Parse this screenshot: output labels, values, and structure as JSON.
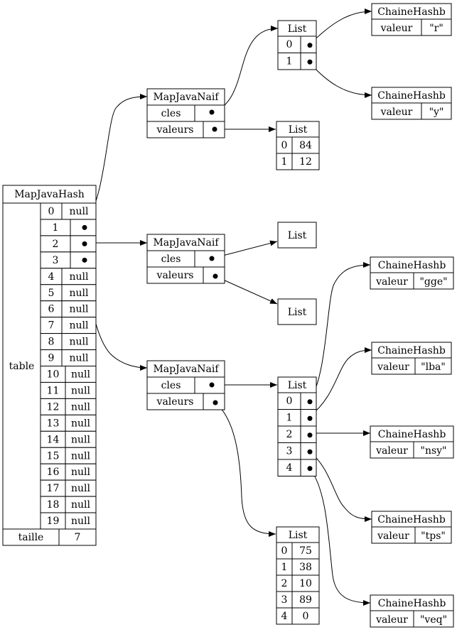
{
  "map_java_hash": {
    "title": "MapJavaHash",
    "table_label": "table",
    "taille_label": "taille",
    "taille_value": "7",
    "slots": [
      {
        "index": "0",
        "value": "null"
      },
      {
        "index": "1",
        "value": ""
      },
      {
        "index": "2",
        "value": ""
      },
      {
        "index": "3",
        "value": ""
      },
      {
        "index": "4",
        "value": "null"
      },
      {
        "index": "5",
        "value": "null"
      },
      {
        "index": "6",
        "value": "null"
      },
      {
        "index": "7",
        "value": "null"
      },
      {
        "index": "8",
        "value": "null"
      },
      {
        "index": "9",
        "value": "null"
      },
      {
        "index": "10",
        "value": "null"
      },
      {
        "index": "11",
        "value": "null"
      },
      {
        "index": "12",
        "value": "null"
      },
      {
        "index": "13",
        "value": "null"
      },
      {
        "index": "14",
        "value": "null"
      },
      {
        "index": "15",
        "value": "null"
      },
      {
        "index": "16",
        "value": "null"
      },
      {
        "index": "17",
        "value": "null"
      },
      {
        "index": "18",
        "value": "null"
      },
      {
        "index": "19",
        "value": "null"
      }
    ]
  },
  "naif_title": "MapJavaNaif",
  "cles_label": "cles",
  "valeurs_label": "valeurs",
  "list_title": "List",
  "chaine_title": "ChaineHashb",
  "valeur_label": "valeur",
  "naif_1": {
    "key_list": [
      "0",
      "1"
    ],
    "values": [
      {
        "index": "0",
        "value": "84"
      },
      {
        "index": "1",
        "value": "12"
      }
    ],
    "chaines": [
      "\"r\"",
      "\"y\""
    ]
  },
  "naif_3": {
    "key_list": [
      "0",
      "1",
      "2",
      "3",
      "4"
    ],
    "values": [
      {
        "index": "0",
        "value": "75"
      },
      {
        "index": "1",
        "value": "38"
      },
      {
        "index": "2",
        "value": "10"
      },
      {
        "index": "3",
        "value": "89"
      },
      {
        "index": "4",
        "value": "0"
      }
    ],
    "chaines": [
      "\"gge\"",
      "\"lba\"",
      "\"nsy\"",
      "\"tps\"",
      "\"veq\""
    ]
  }
}
